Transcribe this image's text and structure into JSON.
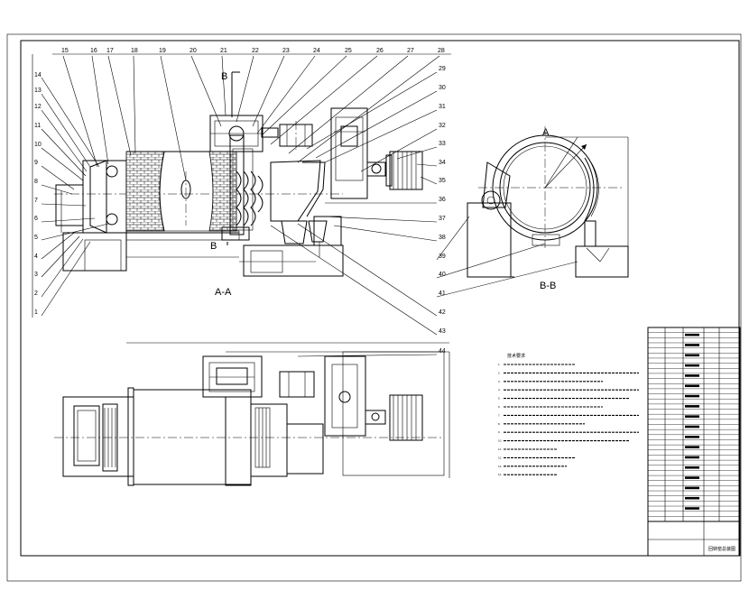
{
  "views": {
    "section_aa": "A-A",
    "section_bb": "B-B",
    "cut_top": "B",
    "cut_bottom": "B",
    "mark_a": "A"
  },
  "part_numbers": {
    "top_row": [
      "15",
      "16",
      "17",
      "18",
      "19",
      "20",
      "21",
      "22",
      "23",
      "24",
      "25",
      "26",
      "27",
      "28"
    ],
    "left_column": [
      "14",
      "13",
      "12",
      "11",
      "10",
      "9",
      "8",
      "7",
      "6",
      "5",
      "4",
      "3",
      "2",
      "1"
    ],
    "right_column": [
      "29",
      "30",
      "31",
      "32",
      "33",
      "34",
      "35",
      "36",
      "37",
      "38",
      "39",
      "40",
      "41",
      "42",
      "43",
      "44"
    ]
  },
  "technical_requirements": {
    "title": "技术要求",
    "lines": [
      "1.",
      "2.",
      "3.",
      "4.",
      "5.",
      "6.",
      "7.",
      "8.",
      "9.",
      "10.",
      "11.",
      "12.",
      "13.",
      "14."
    ]
  },
  "title_block": {
    "rows": 38,
    "drawing_name": "回转窑总装图"
  }
}
